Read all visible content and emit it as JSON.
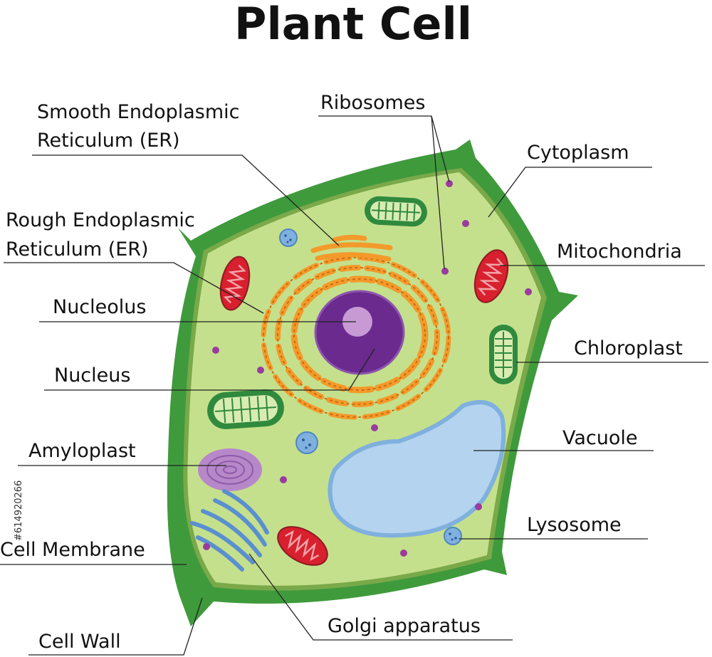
{
  "title": "Plant Cell",
  "labels": {
    "smooth_er_line1": "Smooth Endoplasmic",
    "smooth_er_line2": "Reticulum (ER)",
    "rough_er_line1": "Rough Endoplasmic",
    "rough_er_line2": "Reticulum (ER)",
    "nucleolus": "Nucleolus",
    "nucleus": "Nucleus",
    "amyloplast": "Amyloplast",
    "cell_membrane": "Cell Membrane",
    "cell_wall": "Cell Wall",
    "ribosomes": "Ribosomes",
    "cytoplasm": "Cytoplasm",
    "mitochondria": "Mitochondria",
    "chloroplast": "Chloroplast",
    "vacuole": "Vacuole",
    "lysosome": "Lysosome",
    "golgi_apparatus": "Golgi apparatus"
  },
  "watermark": "#614920266",
  "colors": {
    "cell_wall": "#3f9a3c",
    "cytoplasm": "#c5e08c",
    "nucleus": "#6a2a8e",
    "nucleolus": "#c79ad4",
    "er": "#f39a2a",
    "mitochondria": "#d8202e",
    "chloroplast": "#2f8a3e",
    "vacuole": "#b3d3ee",
    "golgi": "#5a8fd0",
    "amyloplast": "#b788c9",
    "ribosome": "#9a3b9e",
    "lysosome": "#7fb0de"
  }
}
